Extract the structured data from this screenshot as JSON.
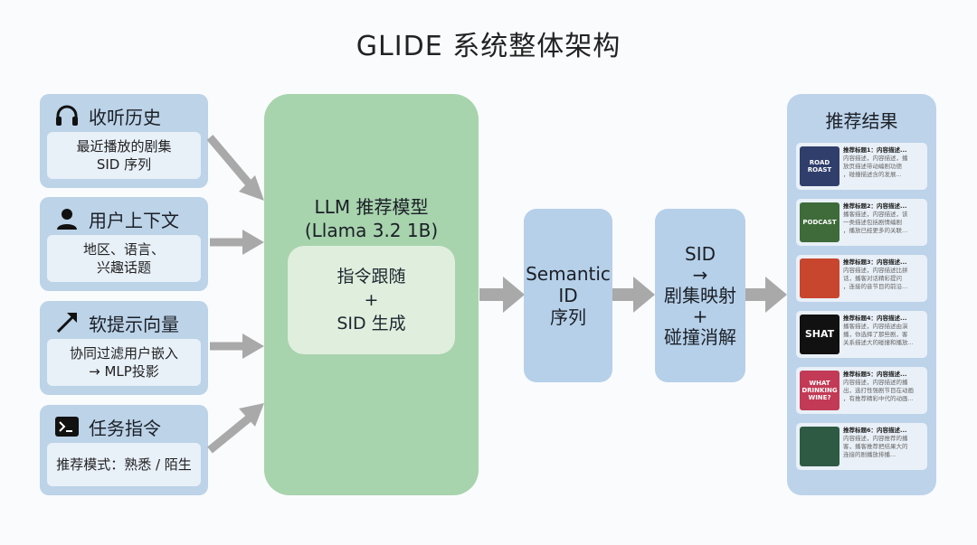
{
  "title": "GLIDE 系统整体架构",
  "inputs": [
    {
      "title": "收听历史",
      "body": [
        "最近播放的剧集",
        "SID 序列"
      ],
      "icon": "headphones-icon"
    },
    {
      "title": "用户上下文",
      "body": [
        "地区、语言、",
        "兴趣话题"
      ],
      "icon": "user-icon"
    },
    {
      "title": "软提示向量",
      "body": [
        "协同过滤用户嵌入",
        "→ MLP投影"
      ],
      "icon": "trend-arrow-icon"
    },
    {
      "title": "任务指令",
      "body": [
        "推荐模式：熟悉 / 陌生"
      ],
      "icon": "terminal-icon"
    }
  ],
  "llm": {
    "title_line1": "LLM 推荐模型",
    "title_line2": "(Llama 3.2 1B)",
    "inner_line1": "指令跟随",
    "inner_line2": "+",
    "inner_line3": "SID 生成"
  },
  "semantic_id": {
    "line1": "Semantic",
    "line2": "ID",
    "line3": "序列"
  },
  "mapping": {
    "line1": "SID",
    "line2": "→",
    "line3": "剧集映射",
    "line4": "+",
    "line5": "碰撞消解"
  },
  "results": {
    "title": "推荐结果",
    "items": [
      {
        "title": "推荐标题1：内容描述...",
        "desc": [
          "内容描述，内容描述，播",
          "放页描述带动编剧功德",
          "，碰撞描述含的发展..."
        ],
        "thumb_text": "ROAD ROAST",
        "thumb_color": "#2f3e6b"
      },
      {
        "title": "推荐标题2：内容描述...",
        "desc": [
          "播客描述，内容描述，该",
          "一类描述包括剧情编剧",
          "，播放已经更多的关联..."
        ],
        "thumb_text": "PODCAST",
        "thumb_color": "#3f6b3a"
      },
      {
        "title": "推荐标题3：内容描述...",
        "desc": [
          "内容描述，内容描述比拼",
          "话，播客对话精彩提问",
          "，连接的音节目的前沿..."
        ],
        "thumb_text": "",
        "thumb_color": "#c8452e"
      },
      {
        "title": "推荐标题4：内容描述...",
        "desc": [
          "播客描述，内容描述由演",
          "播，你选择了那些剧，客",
          "关系描述大的碰撞和播放..."
        ],
        "thumb_text": "SHAT",
        "thumb_color": "#111111"
      },
      {
        "title": "推荐标题5：内容描述...",
        "desc": [
          "内容描述，内容描述的播",
          "出，选打性强剧节目在动画",
          "，有推荐精彩中代的动画..."
        ],
        "thumb_text": "WHAT DRINKING WINE?",
        "thumb_color": "#c23a55"
      },
      {
        "title": "推荐标题6：内容描述...",
        "desc": [
          "内容描述，内容推荐的播",
          "客，播客推荐把结果大的",
          "连接的剧播放排播..."
        ],
        "thumb_text": "",
        "thumb_color": "#2e5a44"
      }
    ]
  },
  "colors": {
    "input_card": "#bcd3e8",
    "llm_box": "#a7d3ad",
    "mid_box": "#b6d0e9",
    "arrow": "#a9a9a9"
  }
}
